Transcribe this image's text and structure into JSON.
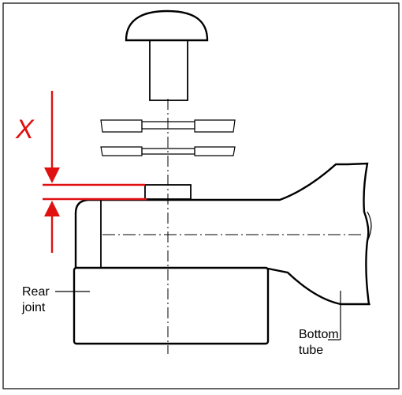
{
  "labels": {
    "dimension": "X",
    "rear_joint_line1": "Rear",
    "rear_joint_line2": "joint",
    "bottom_tube_line1": "Bottom",
    "bottom_tube_line2": "tube"
  },
  "colors": {
    "line": "#000000",
    "dimension": "#e01010",
    "background": "#ffffff"
  }
}
